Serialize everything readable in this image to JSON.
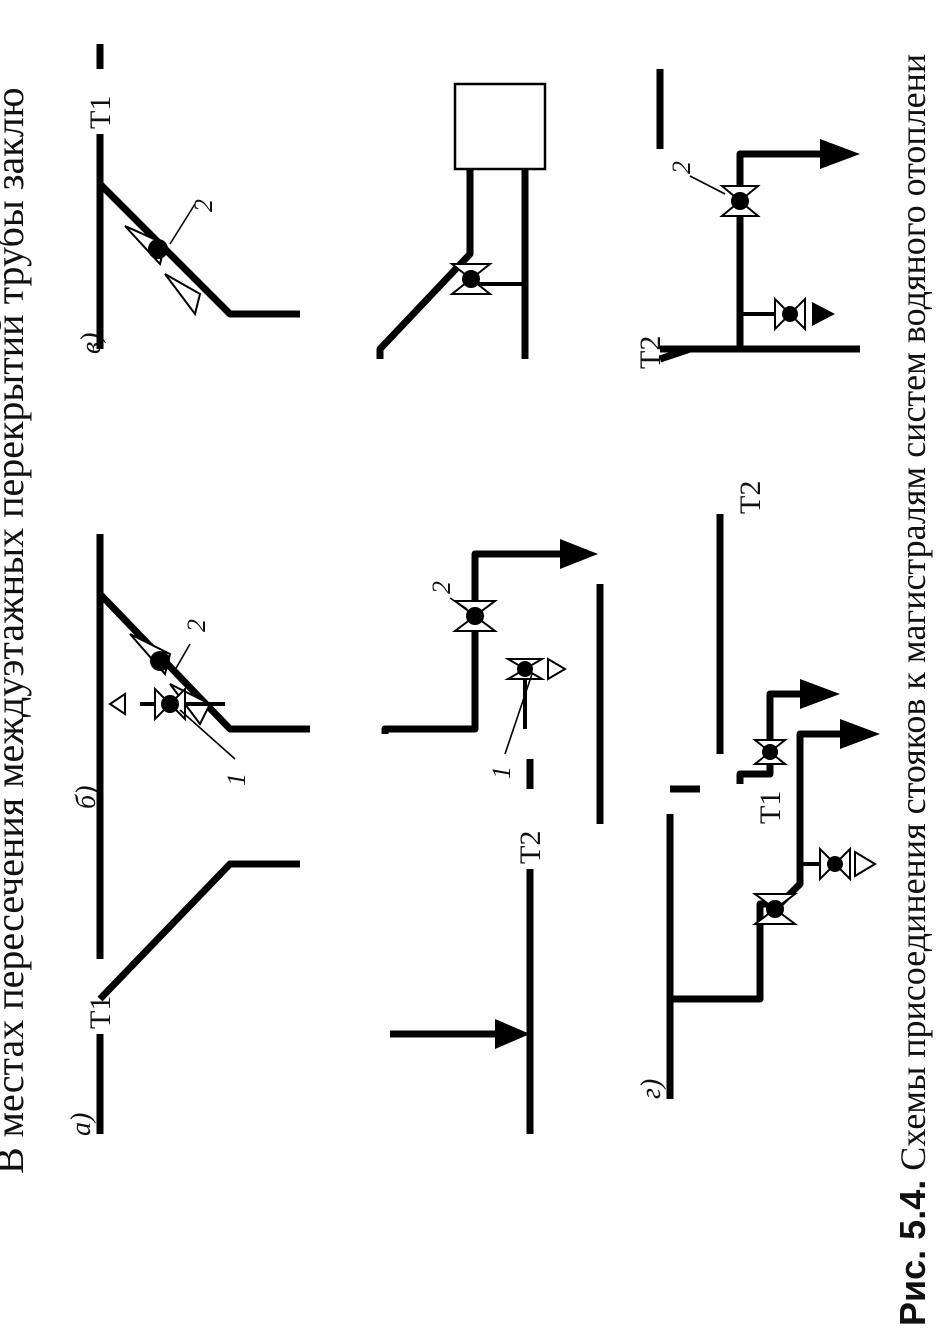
{
  "page_text": {
    "top_line": "В местах пересечения междуэтажных перекрытий трубы заклю",
    "caption_label": "Рис. 5.4.",
    "caption_text": "Схемы присоединения стояков к магистралям систем водяного отоплени"
  },
  "diagram": {
    "panels": [
      {
        "id": "a",
        "label": "а)",
        "mains": [
          "T1",
          "T2"
        ]
      },
      {
        "id": "b",
        "label": "б)",
        "markers": [
          "1",
          "2",
          "2",
          "1"
        ]
      },
      {
        "id": "v",
        "label": "в)",
        "mains": [
          "T1",
          "T2"
        ],
        "markers": [
          "2",
          "2"
        ]
      },
      {
        "id": "g",
        "label": "г)",
        "mains": [
          "T1",
          "T2"
        ]
      }
    ],
    "main_labels": {
      "t1": "T1",
      "t2": "T2"
    },
    "marker_labels": {
      "one": "1",
      "two": "2"
    }
  }
}
